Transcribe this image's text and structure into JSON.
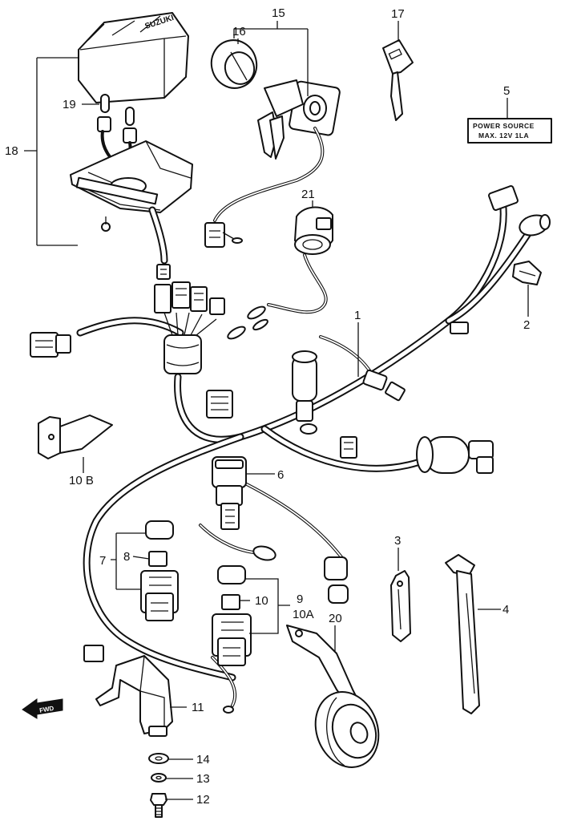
{
  "diagram": {
    "callouts": {
      "c1": "1",
      "c2": "2",
      "c3": "3",
      "c4": "4",
      "c5": "5",
      "c6": "6",
      "c7": "7",
      "c8": "8",
      "c9": "9",
      "c10": "10",
      "c10a": "10A",
      "c10b": "10 B",
      "c11": "11",
      "c12": "12",
      "c13": "13",
      "c14": "14",
      "c15": "15",
      "c16": "16",
      "c17": "17",
      "c18": "18",
      "c19": "19",
      "c20": "20",
      "c21": "21"
    },
    "power_source_label": {
      "line1": "POWER SOURCE",
      "line2": "MAX. 12V 1LA"
    },
    "forward_arrow_label": "FWD",
    "cover_brand_text": "SUZUKI"
  }
}
